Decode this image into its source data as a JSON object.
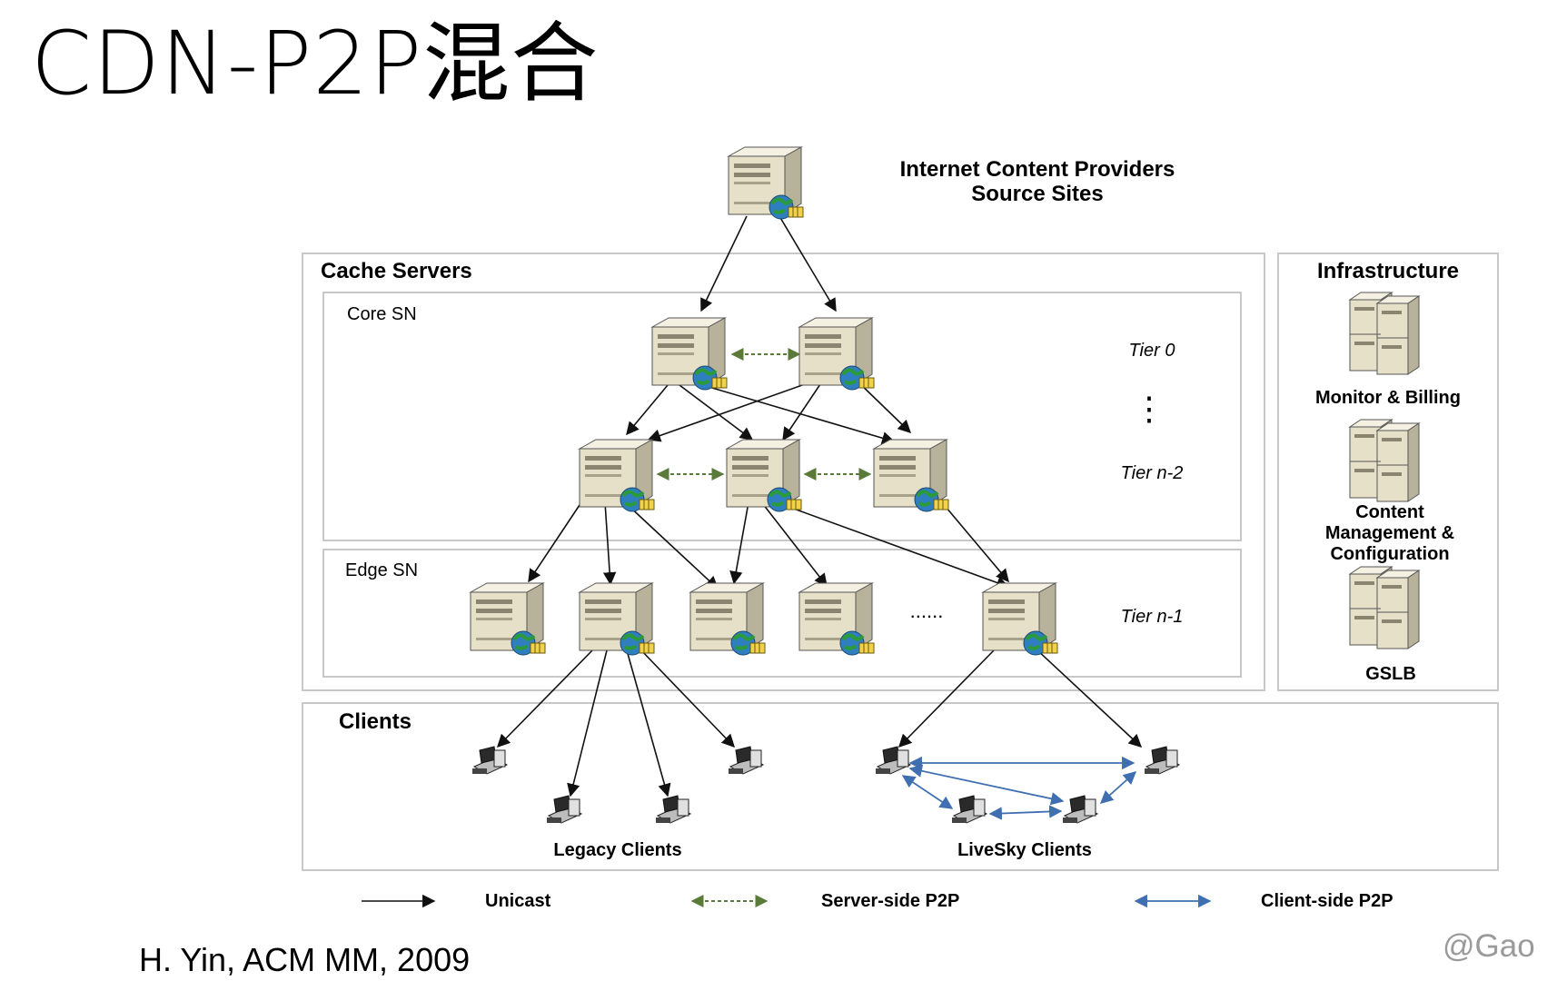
{
  "slide": {
    "title": "CDN-P2P混合",
    "citation": "H. Yin, ACM MM, 2009",
    "watermark": "@Gao"
  },
  "diagram": {
    "source": {
      "label_line1": "Internet Content Providers",
      "label_line2": "Source Sites"
    },
    "cache_servers": {
      "title": "Cache Servers"
    },
    "core_sn": {
      "title": "Core SN"
    },
    "edge_sn": {
      "title": "Edge SN"
    },
    "tiers": {
      "tier0": "Tier 0",
      "tier_n2": "Tier n-2",
      "tier_n1": "Tier n-1",
      "vertical_ellipsis": "⋮",
      "edge_ellipsis": "......"
    },
    "infrastructure": {
      "title": "Infrastructure",
      "items": [
        {
          "lines": [
            "Monitor & Billing"
          ]
        },
        {
          "lines": [
            "Content",
            "Management &",
            "Configuration"
          ]
        },
        {
          "lines": [
            "GSLB"
          ]
        }
      ]
    },
    "clients": {
      "title": "Clients",
      "legacy_label": "Legacy Clients",
      "livesky_label": "LiveSky Clients"
    },
    "legend": {
      "unicast": "Unicast",
      "server_p2p": "Server-side P2P",
      "client_p2p": "Client-side P2P"
    },
    "colors": {
      "unicast": "#111111",
      "server_p2p": "#5a7a3a",
      "client_p2p": "#3f6fb0",
      "box_border": "#c8c8c8",
      "server_body": "#e6e0c8",
      "globe": "#2a8a4a"
    }
  }
}
